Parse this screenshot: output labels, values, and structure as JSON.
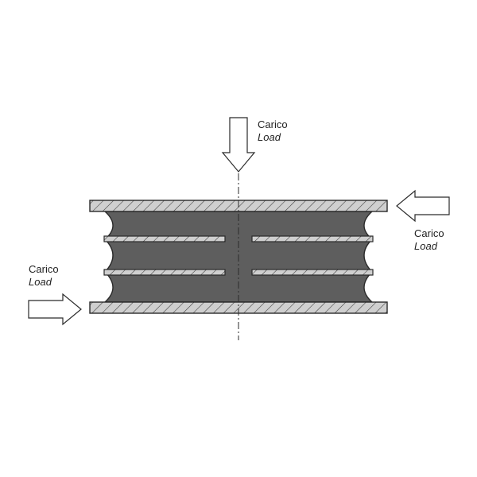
{
  "labels": {
    "top": {
      "primary": "Carico",
      "secondary": "Load"
    },
    "right": {
      "primary": "Carico",
      "secondary": "Load"
    },
    "left": {
      "primary": "Carico",
      "secondary": "Load"
    }
  },
  "colors": {
    "rubber": "#5e5e5e",
    "steel_fill": "#cfcfcf",
    "outline": "#2a2a2a",
    "arrow_fill": "#ffffff",
    "background": "#ffffff"
  }
}
